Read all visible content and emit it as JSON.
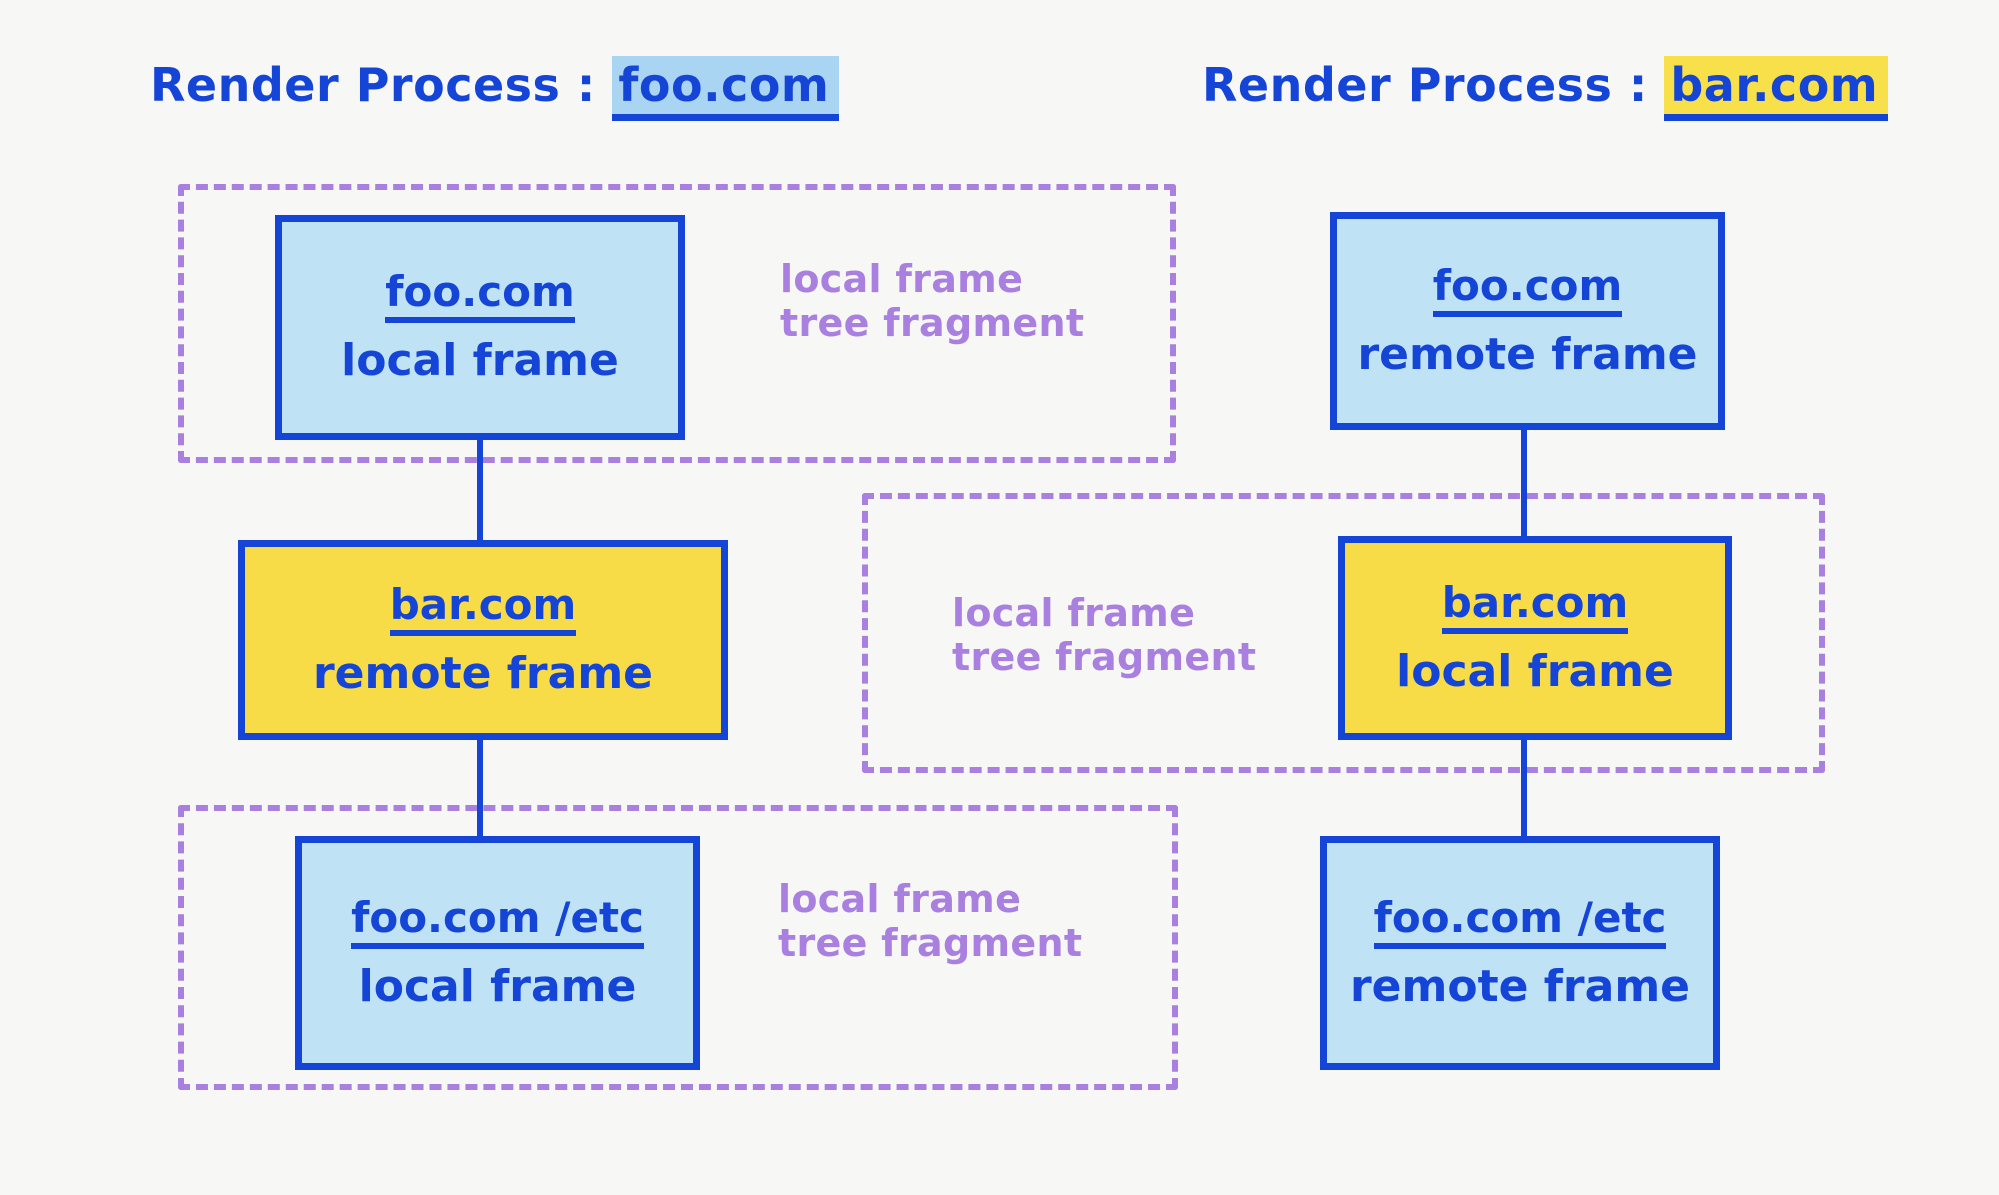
{
  "colors": {
    "background": "#f7f7f5",
    "ink_blue": "#1545d6",
    "fill_blue": "#bfe2f5",
    "fill_yellow": "#f7dc48",
    "highlight_blue": "#a9d5f2",
    "highlight_yellow": "#f7e04a",
    "dashed_purple": "#a97fe0"
  },
  "processes": [
    {
      "prefix": "Render Process : ",
      "domain": "foo.com",
      "highlight": "blue"
    },
    {
      "prefix": "Render Process : ",
      "domain": "bar.com",
      "highlight": "yellow"
    }
  ],
  "left_column": {
    "nodes": [
      {
        "url": "foo.com",
        "kind": "local frame",
        "fill": "blue"
      },
      {
        "url": "bar.com",
        "kind": "remote frame",
        "fill": "yellow"
      },
      {
        "url": "foo.com /etc",
        "kind": "local frame",
        "fill": "blue"
      }
    ],
    "fragments": [
      {
        "label": "local frame\ntree fragment"
      },
      {
        "label": "local frame\ntree fragment"
      }
    ]
  },
  "right_column": {
    "nodes": [
      {
        "url": "foo.com",
        "kind": "remote frame",
        "fill": "blue"
      },
      {
        "url": "bar.com",
        "kind": "local frame",
        "fill": "yellow"
      },
      {
        "url": "foo.com /etc",
        "kind": "remote frame",
        "fill": "blue"
      }
    ],
    "fragments": [
      {
        "label": "local frame\ntree fragment"
      }
    ]
  }
}
